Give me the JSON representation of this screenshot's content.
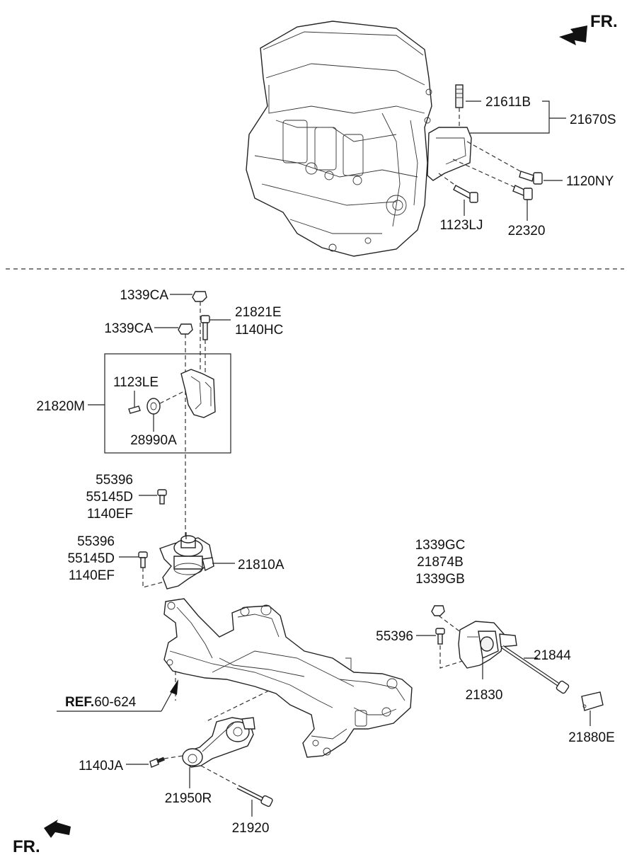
{
  "fr_label_top": "FR.",
  "fr_label_bottom": "FR.",
  "engine_bracket": {
    "stud": "21611B",
    "assembly": "21670S",
    "bolt_1": "1120NY",
    "bolt_2": "1123LJ",
    "bolt_3": "22320"
  },
  "mount_upper": {
    "nut_1": "1339CA",
    "nut_2": "1339CA",
    "bolt_1": "21821E",
    "bolt_2": "1140HC",
    "assembly": "21820M",
    "bolt_3": "1123LE",
    "damper": "28990A"
  },
  "mount_lower": {
    "group_1": [
      "55396",
      "55145D",
      "1140EF"
    ],
    "group_2": [
      "55396",
      "55145D",
      "1140EF"
    ],
    "bracket": "21810A"
  },
  "mount_rear": {
    "group": [
      "1339GC",
      "21874B",
      "1339GB"
    ],
    "bolt": "55396",
    "bolt_long": "21844",
    "bracket": "21830",
    "cover": "21880E"
  },
  "subframe": {
    "ref_prefix": "REF.",
    "ref_number": "60-624"
  },
  "roll_rod": {
    "bolt_1": "1140JA",
    "assembly": "21950R",
    "bolt_2": "21920"
  }
}
